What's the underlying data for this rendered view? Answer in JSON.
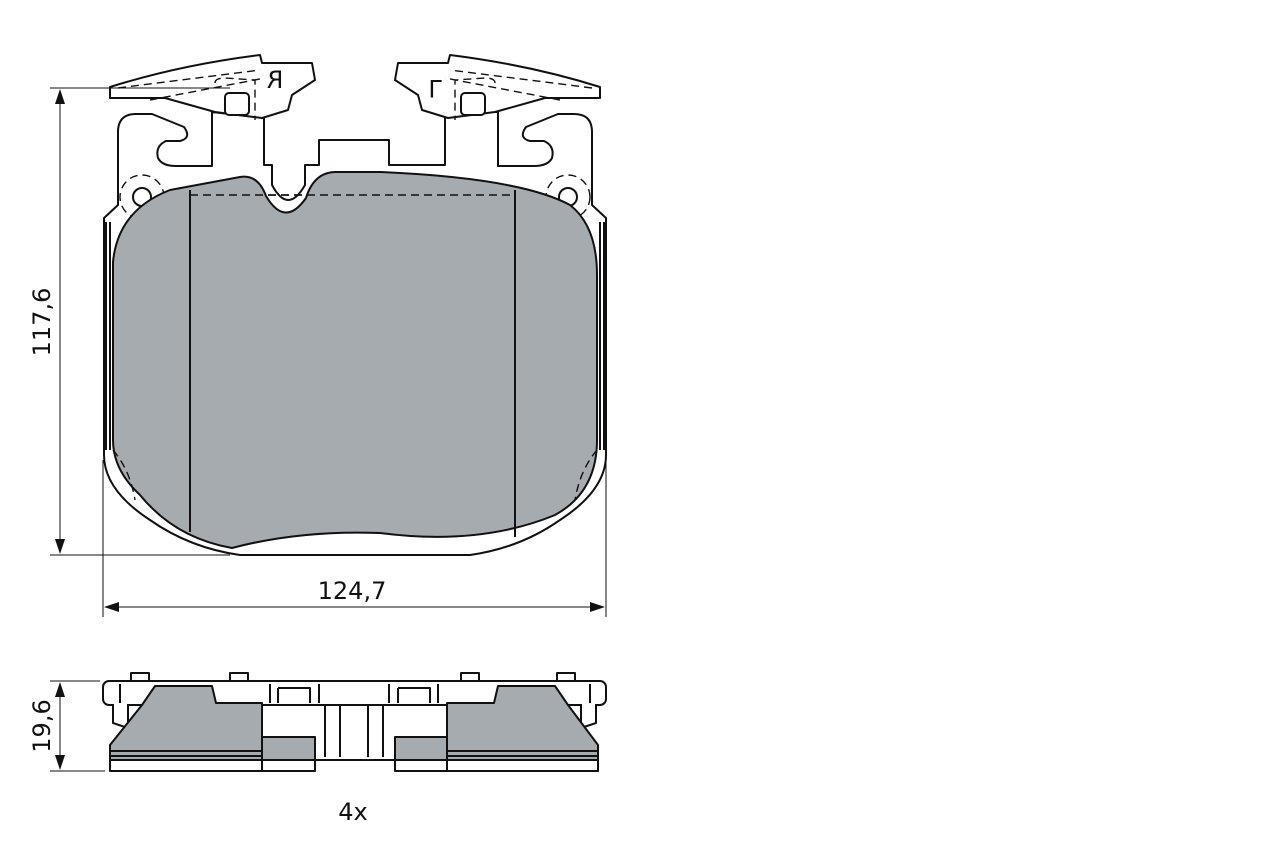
{
  "colors": {
    "pad_fill": "#a6abb0",
    "line": "#111111"
  },
  "dimensions": {
    "height": "117,6",
    "width": "124,7",
    "thickness": "19,6"
  },
  "markings": {
    "right": "R",
    "left": "L"
  },
  "quantity": "4x"
}
